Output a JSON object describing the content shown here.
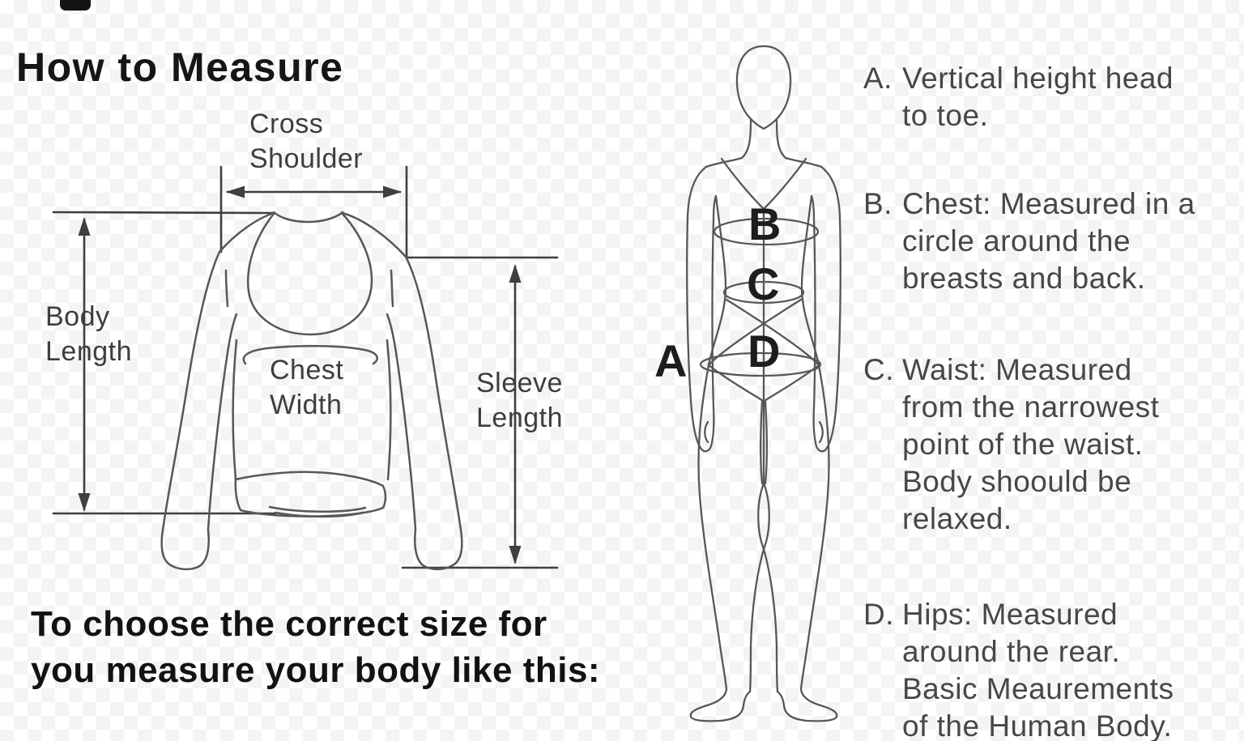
{
  "page": {
    "title": "How to Measure",
    "statement": "To choose the correct size for\nyou measure your body like this:"
  },
  "shirt_diagram": {
    "labels": {
      "cross_shoulder": "Cross\nShoulder",
      "body_length": "Body\nLength",
      "chest_width": "Chest\nWidth",
      "sleeve_length": "Sleeve\nLength"
    }
  },
  "figure_diagram": {
    "markers": {
      "a": "A",
      "b": "B",
      "c": "C",
      "d": "D"
    }
  },
  "notes": [
    {
      "prefix": "A.",
      "text": "Vertical height head\nto toe."
    },
    {
      "prefix": "B.",
      "text": "Chest: Measured in a\ncircle around the\nbreasts and back."
    },
    {
      "prefix": "C.",
      "text": "Waist: Measured\nfrom the narrowest\npoint of the waist.\nBody shoould be\nrelaxed."
    },
    {
      "prefix": "D.",
      "text": "Hips: Measured\naround the rear.\nBasic Meaurements\nof the Human Body."
    }
  ],
  "colors": {
    "ink": "#151515",
    "drawing_line": "#575757",
    "measure_line": "#3f3f3f",
    "label_text": "#3e3e3e",
    "note_text": "#474747",
    "watermark": "#f4f4f4",
    "background": "#ffffff"
  }
}
